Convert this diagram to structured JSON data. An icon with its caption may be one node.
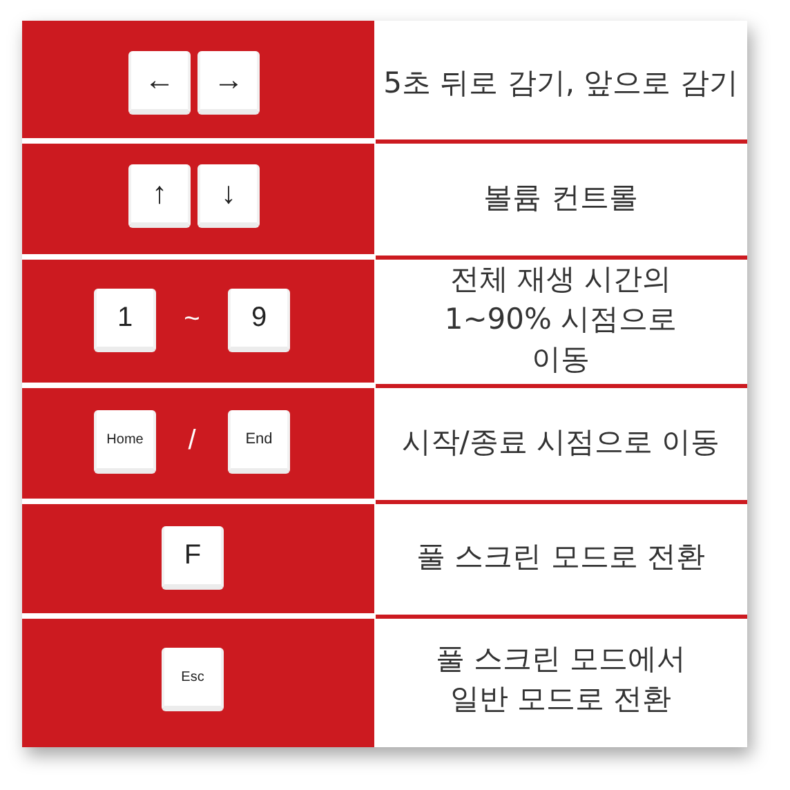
{
  "diagram": {
    "nodes": [
      {
        "text": [
          "←"
        ]
      },
      {
        "text": [
          "→"
        ]
      },
      {
        "text": [
          "↑"
        ]
      },
      {
        "text": [
          "↓"
        ]
      },
      {
        "text": [
          "1"
        ]
      },
      {
        "text": [
          "9"
        ]
      },
      {
        "text": [
          "Home"
        ]
      },
      {
        "text": [
          "End"
        ]
      },
      {
        "text": [
          "F"
        ]
      },
      {
        "text": [
          "Esc"
        ]
      }
    ],
    "labels": [
      "5초 뒤로 감기, 앞으로 감기",
      "볼륨 컨트롤",
      "~",
      "전체 재생 시간의 1~90% 시점으로 이동",
      "/",
      "시작/종료 시점으로 이동",
      "풀 스크린 모드로 전환",
      "풀 스크린 모드에서 일반 모드로 전환"
    ]
  }
}
